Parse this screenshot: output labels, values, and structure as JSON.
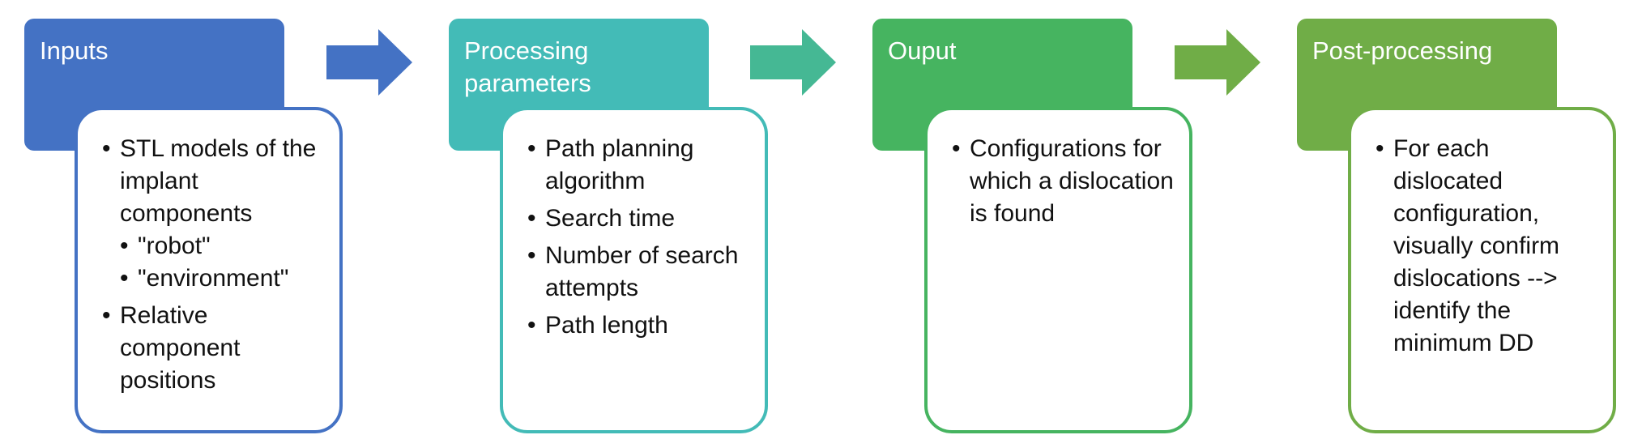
{
  "stages": [
    {
      "title": "Inputs",
      "header_color": "#4472c4",
      "border_color": "#4472c4",
      "items": [
        {
          "text": "STL models of the implant components",
          "level": 1
        },
        {
          "text": "\"robot\"",
          "level": 2
        },
        {
          "text": "\"environment\"",
          "level": 2
        },
        {
          "text": "Relative component positions",
          "level": 1
        }
      ]
    },
    {
      "title": "Processing parameters",
      "header_color": "#43bbb7",
      "border_color": "#43bbb7",
      "items": [
        {
          "text": "Path planning algorithm",
          "level": 1
        },
        {
          "text": "Search time",
          "level": 1
        },
        {
          "text": "Number of search attempts",
          "level": 1
        },
        {
          "text": "Path length",
          "level": 1
        }
      ]
    },
    {
      "title": "Ouput",
      "header_color": "#46b460",
      "border_color": "#46b460",
      "items": [
        {
          "text": "Configurations for which a dislocation is found",
          "level": 1
        }
      ]
    },
    {
      "title": "Post-processing",
      "header_color": "#70ad47",
      "border_color": "#70ad47",
      "items": [
        {
          "text": "For each dislocated configuration, visually confirm dislocations --> identify the minimum DD",
          "level": 1
        }
      ]
    }
  ],
  "arrows": [
    {
      "color": "#4472c4"
    },
    {
      "color": "#45b894"
    },
    {
      "color": "#70ad47"
    }
  ]
}
